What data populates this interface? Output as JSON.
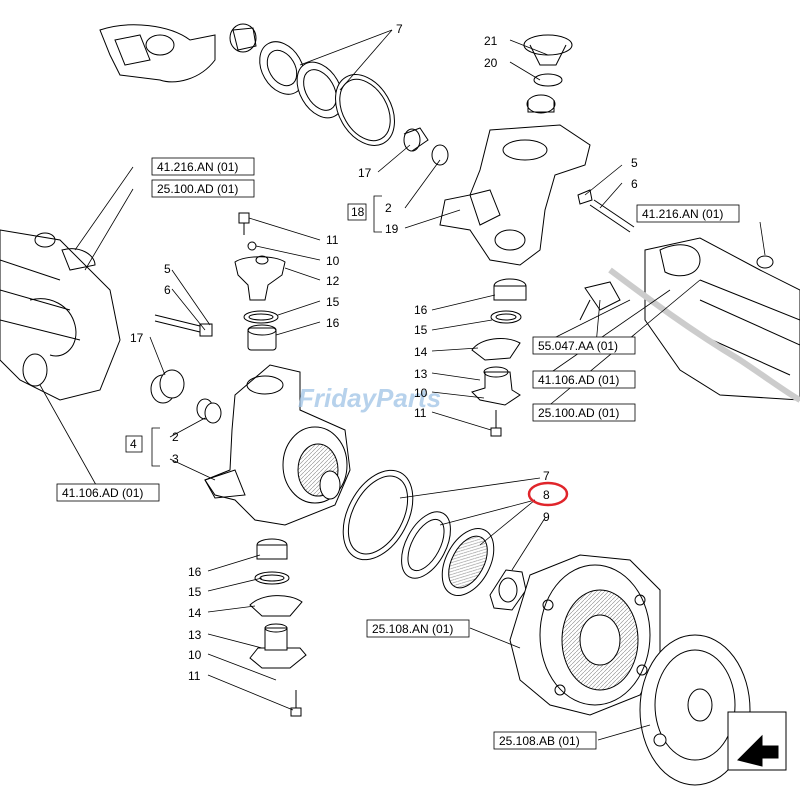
{
  "diagram": {
    "watermark": "FridayParts",
    "highlight_color": "#e0252b",
    "highlighted_callout": "8",
    "reference_boxes": [
      {
        "id": "ref-41216an-left",
        "text": "41.216.AN (01)"
      },
      {
        "id": "ref-25100ad-left",
        "text": "25.100.AD (01)"
      },
      {
        "id": "ref-41216an-right",
        "text": "41.216.AN (01)"
      },
      {
        "id": "ref-55047aa",
        "text": "55.047.AA (01)"
      },
      {
        "id": "ref-41106ad-right",
        "text": "41.106.AD (01)"
      },
      {
        "id": "ref-25100ad-right",
        "text": "25.100.AD (01)"
      },
      {
        "id": "ref-41106ad-left",
        "text": "41.106.AD (01)"
      },
      {
        "id": "ref-25108an",
        "text": "25.108.AN (01)"
      },
      {
        "id": "ref-25108ab",
        "text": "25.108.AB (01)"
      }
    ],
    "group_boxes": [
      {
        "id": "group-18",
        "text": "18"
      },
      {
        "id": "group-4",
        "text": "4"
      }
    ],
    "callouts": [
      "7",
      "21",
      "20",
      "17",
      "2",
      "19",
      "5",
      "6",
      "11",
      "10",
      "12",
      "15",
      "16",
      "5",
      "6",
      "17",
      "16",
      "15",
      "14",
      "13",
      "10",
      "11",
      "2",
      "3",
      "7",
      "8",
      "9",
      "16",
      "15",
      "14",
      "13",
      "10",
      "11"
    ],
    "nav_icon": "arrow-icon"
  }
}
